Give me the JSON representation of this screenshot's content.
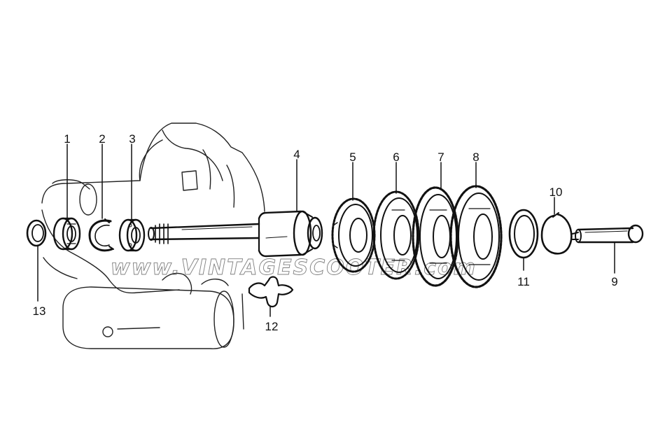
{
  "callouts": [
    {
      "id": "1",
      "text": "1"
    },
    {
      "id": "2",
      "text": "2"
    },
    {
      "id": "3",
      "text": "3"
    },
    {
      "id": "4",
      "text": "4"
    },
    {
      "id": "5",
      "text": "5"
    },
    {
      "id": "6",
      "text": "6"
    },
    {
      "id": "7",
      "text": "7"
    },
    {
      "id": "8",
      "text": "8"
    },
    {
      "id": "9",
      "text": "9"
    },
    {
      "id": "10",
      "text": "10"
    },
    {
      "id": "11",
      "text": "11"
    },
    {
      "id": "12",
      "text": "12"
    },
    {
      "id": "13",
      "text": "13"
    }
  ],
  "watermark": "www.VINTAGESCOOTER.com",
  "colors": {
    "ink": "#111111",
    "background": "#ffffff"
  }
}
